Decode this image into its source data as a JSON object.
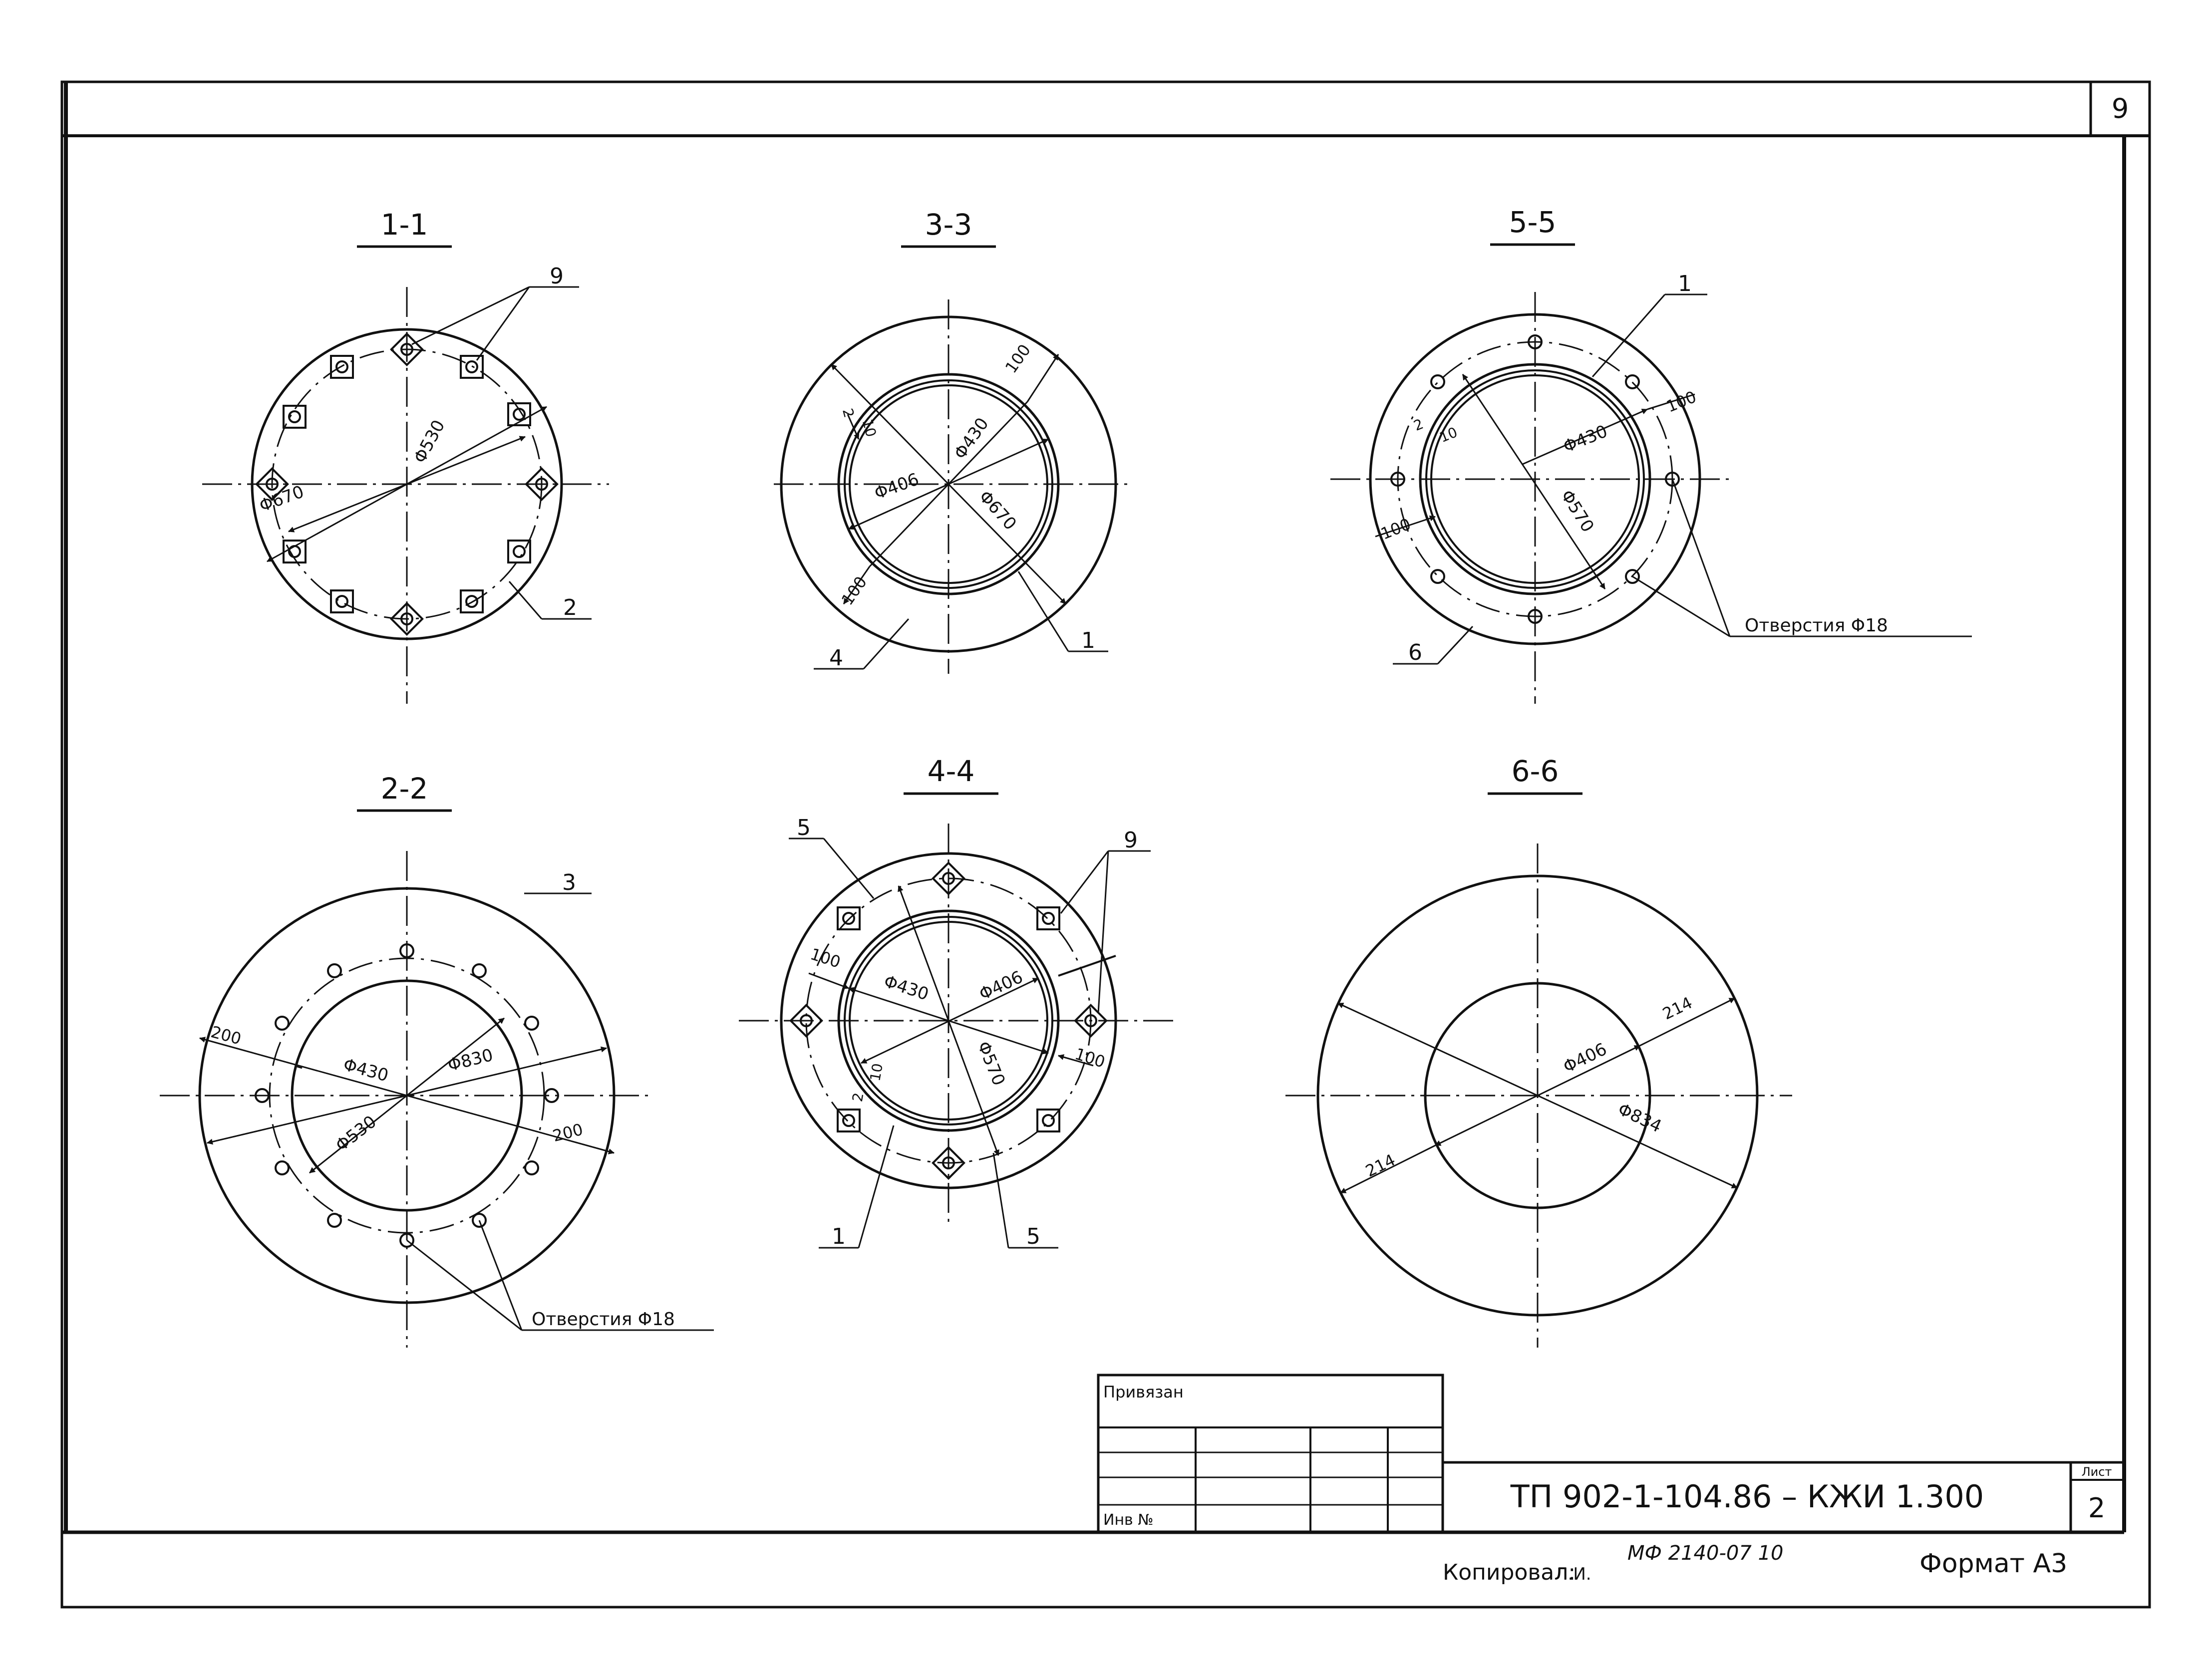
{
  "sheet_number": "9",
  "colors": {
    "ink": "#111111",
    "paper": "#ffffff"
  },
  "views": {
    "v11": {
      "title": "1-1",
      "dims": [
        "Φ670",
        "Φ530"
      ],
      "callouts": [
        "9",
        "2"
      ]
    },
    "v33": {
      "title": "3-3",
      "dims": [
        "Φ430",
        "Φ406",
        "Φ670",
        "100",
        "100",
        "2",
        "10"
      ],
      "callouts": [
        "4",
        "1"
      ]
    },
    "v55": {
      "title": "5-5",
      "dims": [
        "Φ430",
        "Φ570",
        "100",
        "100",
        "2",
        "10"
      ],
      "callouts": [
        "1",
        "6"
      ],
      "holes_note": "Отверстия Φ18"
    },
    "v22": {
      "title": "2-2",
      "dims": [
        "Φ430",
        "Φ830",
        "Φ530",
        "200",
        "200"
      ],
      "callouts": [
        "3"
      ],
      "holes_note": "Отверстия Φ18"
    },
    "v44": {
      "title": "4-4",
      "dims": [
        "Φ430",
        "Φ406",
        "Φ570",
        "100",
        "100",
        "10",
        "2"
      ],
      "callouts": [
        "5",
        "9",
        "1",
        "5"
      ]
    },
    "v66": {
      "title": "6-6",
      "dims": [
        "Φ406",
        "Φ834",
        "214",
        "214"
      ]
    }
  },
  "title_block": {
    "privyazan": "Привязан",
    "inv_no": "Инв № ",
    "doc_code": "ТП 902-1-104.86  –   КЖИ 1.300",
    "list_label": "Лист",
    "list_number": "2"
  },
  "footer": {
    "copied": "Копировал:",
    "copied_sign": "Л.И.",
    "order_no": "МФ 2140-07  10",
    "format": "Формат А3"
  }
}
